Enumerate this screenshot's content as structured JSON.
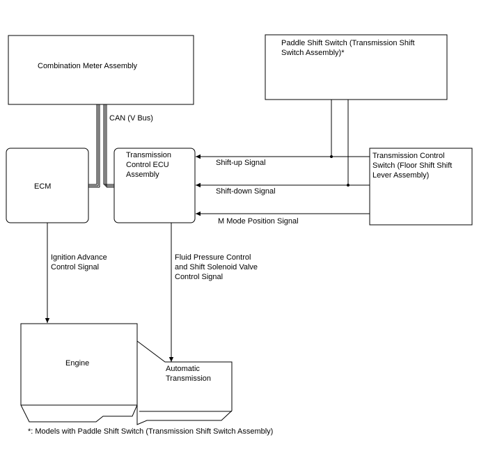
{
  "components": {
    "combination_meter": "Combination Meter Assembly",
    "paddle_switch": [
      "Paddle Shift Switch (Transmission Shift",
      "Switch Assembly)*"
    ],
    "ecm": "ECM",
    "transmission_ecu": [
      "Transmission",
      "Control ECU",
      "Assembly"
    ],
    "transmission_control_switch": [
      "Transmission Control",
      "Switch (Floor Shift Shift",
      "Lever Assembly)"
    ],
    "engine": "Engine",
    "automatic_transmission": [
      "Automatic",
      "Transmission"
    ]
  },
  "signals": {
    "can_bus": "CAN (V Bus)",
    "shift_up": "Shift-up Signal",
    "shift_down": "Shift-down Signal",
    "m_mode": "M Mode Position Signal",
    "ignition_advance": [
      "Ignition Advance",
      "Control Signal"
    ],
    "fluid_pressure": [
      "Fluid Pressure Control",
      "and Shift Solenoid Valve",
      "Control Signal"
    ]
  },
  "footnote": "*: Models with Paddle Shift Switch (Transmission Shift Switch Assembly)"
}
